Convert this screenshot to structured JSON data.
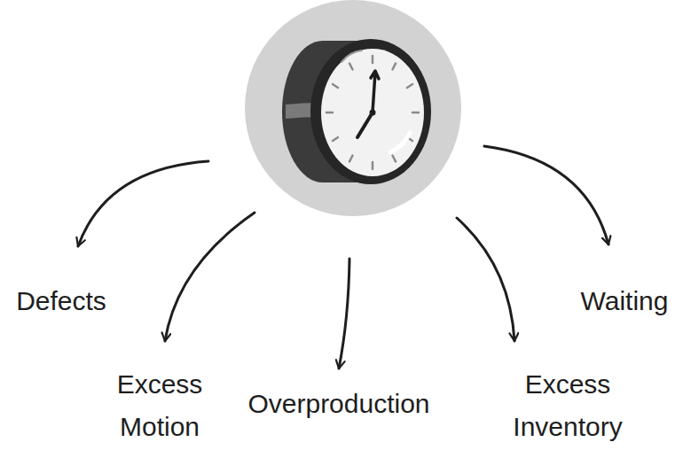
{
  "diagram": {
    "labels": [
      "Defects",
      "Excess Motion",
      "Overproduction",
      "Excess Inventory",
      "Waiting"
    ]
  }
}
